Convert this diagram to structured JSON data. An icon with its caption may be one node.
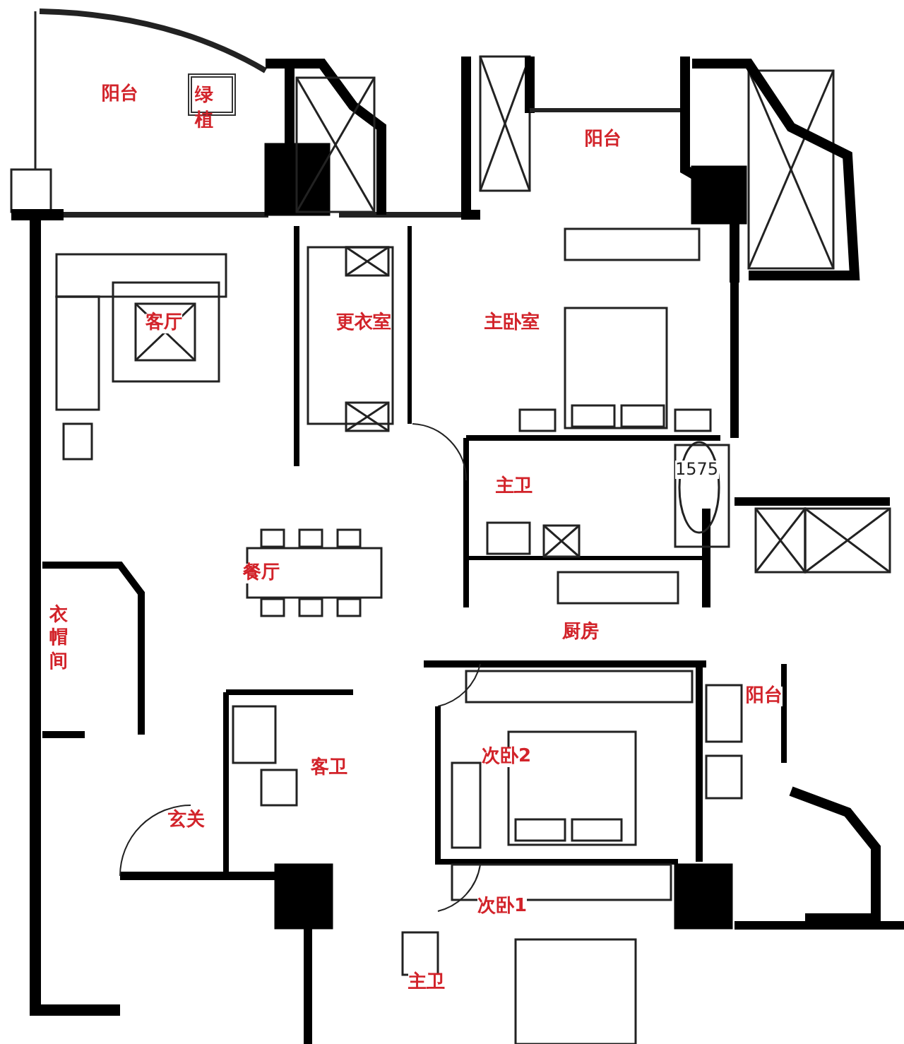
{
  "diagram": {
    "nodes": [
      {
        "text": [
          "绿植"
        ]
      }
    ],
    "labels": [
      "阳台",
      "阳台",
      "客厅",
      "更衣室",
      "主卧室",
      "主卫",
      "1575",
      "餐厅",
      "衣帽间",
      "厨房",
      "阳台",
      "客卫",
      "次卧2",
      "玄关",
      "次卧1",
      "主卫"
    ]
  }
}
